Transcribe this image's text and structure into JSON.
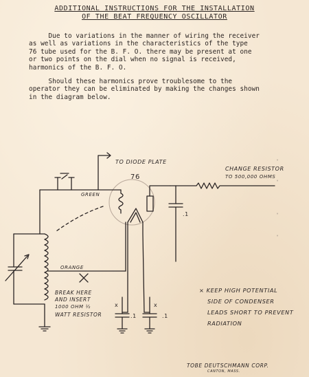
{
  "document": {
    "title_line1": "ADDITIONAL INSTRUCTIONS FOR THE INSTALLATION",
    "title_line2": "OF THE BEAT FREQUENCY OSCILLATOR",
    "para1": [
      "     Due to variations in the manner of wiring the receiver",
      "as well as variations in the characteristics of the type",
      "76 tube used for the B. F. O. there may be present at one",
      "or two points on the dial when no signal is received,",
      "harmonics of the B. F. O."
    ],
    "para2": [
      "     Should these harmonics prove troublesome to the",
      "operator they can be eliminated by making the changes shown",
      "in the diagram below."
    ]
  },
  "diagram": {
    "to_diode_plate": "TO DIODE PLATE",
    "tube_number": "76",
    "change_resistor_1": "CHANGE RESISTOR",
    "change_resistor_2": "TO 500,000 OHMS",
    "green": "GREEN",
    "orange": "ORANGE",
    "break_1": "BREAK HERE",
    "break_2": "AND INSERT",
    "break_3": "1000 OHM ½",
    "break_4": "WATT RESISTOR",
    "cap_label_1": ".1",
    "cap_label_2": ".1",
    "cap_label_3": ".1",
    "x_mark_1": "x",
    "x_mark_2": "x",
    "note_1": "× KEEP HIGH POTENTIAL",
    "note_2": "SIDE OF CONDENSER",
    "note_3": "LEADS SHORT TO PREVENT",
    "note_4": "RADIATION"
  },
  "footer": {
    "company": "TOBE DEUTSCHMANN CORP.",
    "city": "CANTON, MASS."
  }
}
